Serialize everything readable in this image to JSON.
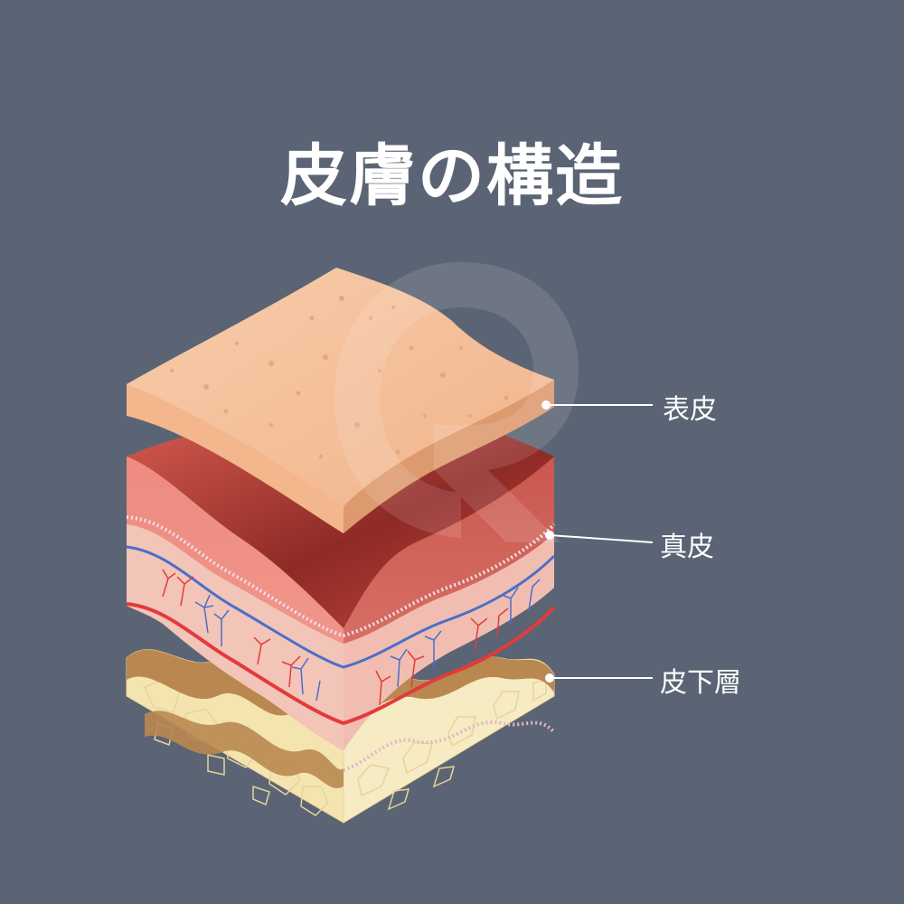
{
  "title": "皮膚の構造",
  "labels": {
    "epidermis": "表皮",
    "dermis": "真皮",
    "subcutis": "皮下層"
  },
  "colors": {
    "background": "#5a6474",
    "epidermis": "#f4c09a",
    "dermis": "#e9857a",
    "dermis_inner": "#f3c2b6",
    "vein": "#4a6fc8",
    "artery": "#e23b3b",
    "fat": "#f5e7b5",
    "fat_brown": "#b98850"
  }
}
